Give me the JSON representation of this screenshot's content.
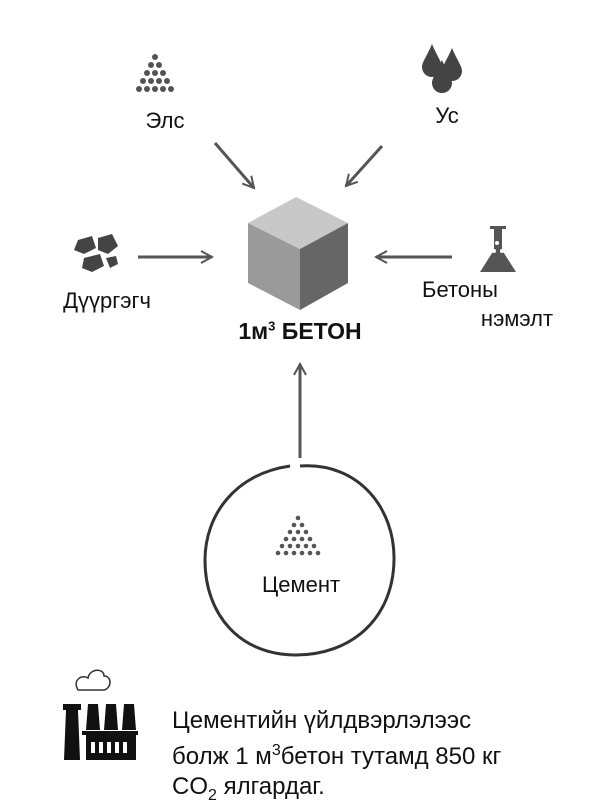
{
  "ingredients": {
    "sand": "Элс",
    "water": "Ус",
    "aggregate": "Дүүргэгч",
    "additive_line1": "Бетоны",
    "additive_line2": "нэмэлт",
    "cement": "Цемент"
  },
  "product": {
    "amount": "1м",
    "exp": "3",
    "name": "БЕТОН"
  },
  "note": {
    "line1": "Цементийн үйлдвэрлэлээс",
    "line2a": "болж 1 м",
    "line2exp": "3",
    "line2b": "бетон тутамд 850 кг",
    "line3a": "CO",
    "line3sub": "2",
    "line3b": " ялгардаг."
  },
  "colors": {
    "cube_top": "#c8c8c8",
    "cube_left": "#9a9a9a",
    "cube_right": "#666666",
    "icon": "#555555"
  }
}
